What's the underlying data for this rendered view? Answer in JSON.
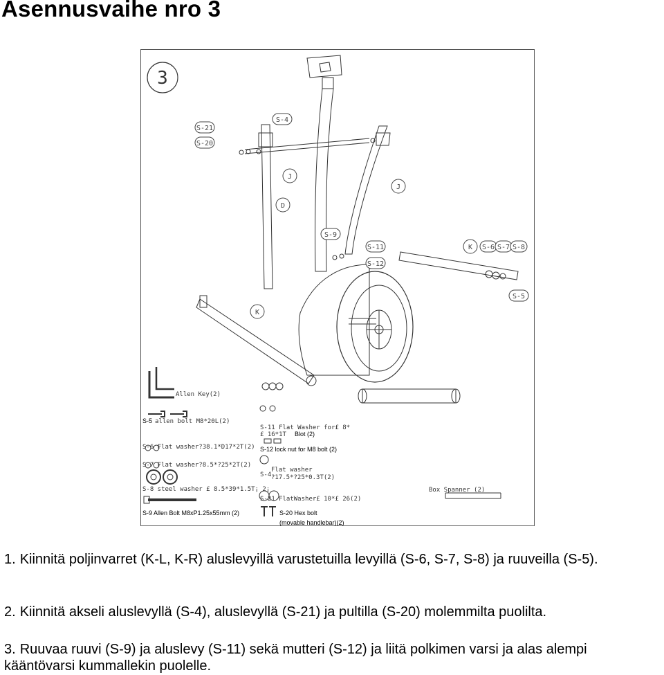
{
  "page": {
    "title": "Asennusvaihe nro 3"
  },
  "figure": {
    "step_badge": "3",
    "callouts": {
      "s21": "S-21",
      "s20": "S-20",
      "s4": "S-4",
      "j1": "J",
      "j2": "J",
      "d": "D",
      "s9": "S-9",
      "s11": "S-11",
      "s12": "S-12",
      "k_right": "K",
      "s6": "S-6",
      "s7": "S-7",
      "s8": "S-8",
      "s5": "S-5",
      "k_left": "K"
    },
    "parts": {
      "allen_key": "Allen Key(2)",
      "s5": "S-5",
      "s5_desc": "allen bolt M8*20L(2)",
      "s6": "S-6 Flat washer?38.1*D17*2T(2)",
      "s7": "S-7 Flat washer?8.5*?25*2T(2)",
      "s8": "S-8 steel washer £ 8.5*39*1.5T¡ 2¡",
      "s9": "S-9 Allen Bolt M8xP1.25x55mm  (2)",
      "s11_line1": "S-11 Flat Washer for£ 8*",
      "s11_line2": "£ 16*1T",
      "s11_suffix": "Blot (2)",
      "s12": "S-12 lock nut for M8 bolt (2)",
      "s4_label": "S-4",
      "s4_line1": "Flat washer",
      "s4_line2": "?17.5*?25*0.3T(2)",
      "s21": "S-21 FlatWasher£ 10*£ 26(2)",
      "s20_line1": "S-20  Hex bolt",
      "s20_line2": "(movable handlebar)(2)",
      "box_spanner": "Box Spanner  (2)"
    }
  },
  "instructions": [
    {
      "num": "1.",
      "text": "Kiinnitä poljinvarret (K-L, K-R) aluslevyillä varustetuilla levyillä (S-6, S-7, S-8) ja ruuveilla (S-5)."
    },
    {
      "num": "2.",
      "text": "Kiinnitä akseli aluslevyllä (S-4), aluslevyllä (S-21) ja pultilla (S-20) molemmilta puolilta."
    },
    {
      "num": "3.",
      "text": "Ruuvaa ruuvi (S-9) ja aluslevy (S-11) sekä mutteri (S-12) ja liitä polkimen varsi ja alas alempi kääntövarsi kummallekin puolelle."
    }
  ]
}
